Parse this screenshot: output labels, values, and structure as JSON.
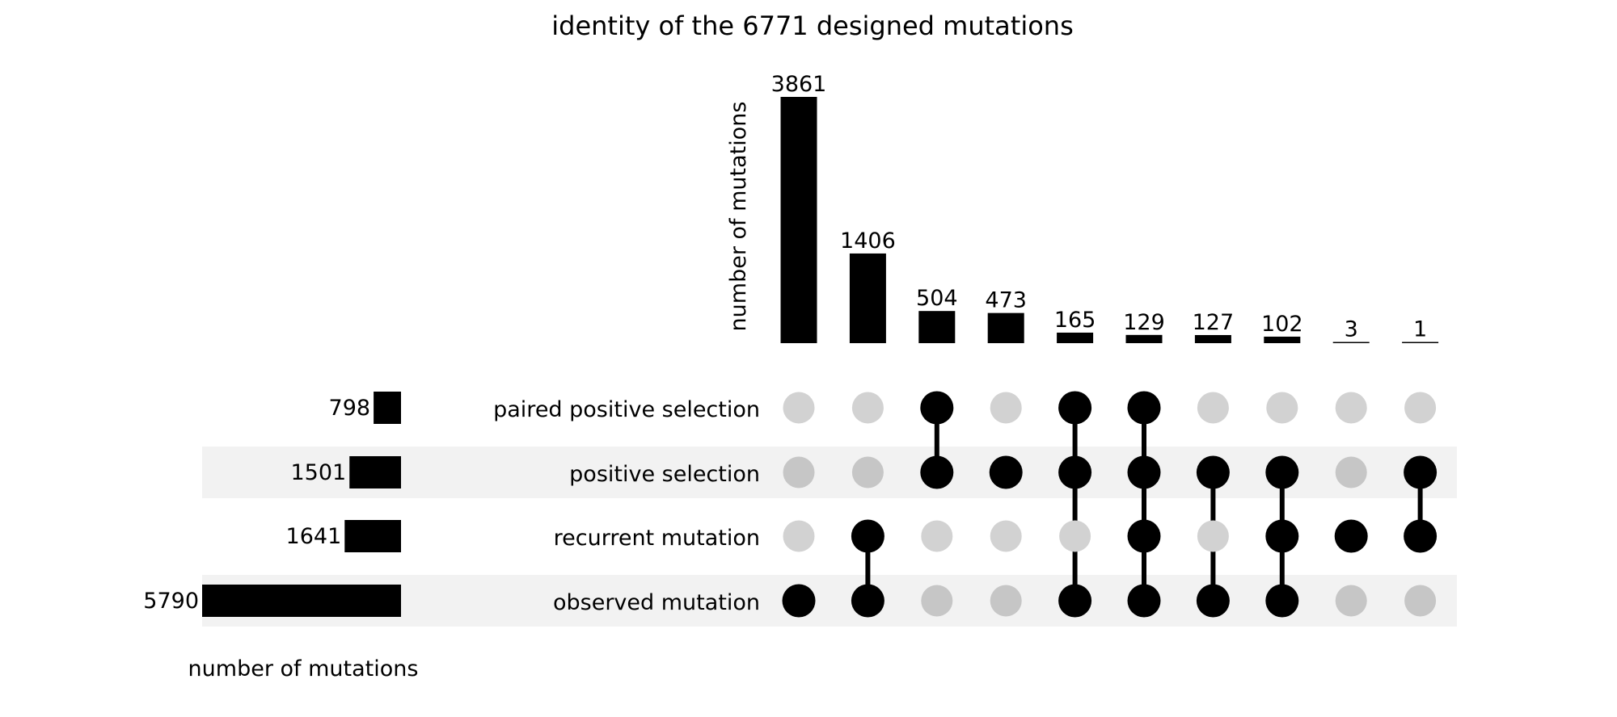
{
  "chart_data": {
    "type": "upset",
    "title": "identity of the 6771 designed mutations",
    "intersection_axis_label": "number of mutations",
    "set_size_axis_label": "number of mutations",
    "sets": [
      {
        "name": "paired positive selection",
        "size": 798
      },
      {
        "name": "positive selection",
        "size": 1501
      },
      {
        "name": "recurrent mutation",
        "size": 1641
      },
      {
        "name": "observed mutation",
        "size": 5790
      }
    ],
    "intersections": [
      {
        "count": 3861,
        "members": [
          "observed mutation"
        ]
      },
      {
        "count": 1406,
        "members": [
          "recurrent mutation",
          "observed mutation"
        ]
      },
      {
        "count": 504,
        "members": [
          "paired positive selection",
          "positive selection"
        ]
      },
      {
        "count": 473,
        "members": [
          "positive selection"
        ]
      },
      {
        "count": 165,
        "members": [
          "paired positive selection",
          "positive selection",
          "observed mutation"
        ]
      },
      {
        "count": 129,
        "members": [
          "paired positive selection",
          "positive selection",
          "recurrent mutation",
          "observed mutation"
        ]
      },
      {
        "count": 127,
        "members": [
          "positive selection",
          "observed mutation"
        ]
      },
      {
        "count": 102,
        "members": [
          "positive selection",
          "recurrent mutation",
          "observed mutation"
        ]
      },
      {
        "count": 3,
        "members": [
          "recurrent mutation"
        ]
      },
      {
        "count": 1,
        "members": [
          "positive selection",
          "recurrent mutation"
        ]
      }
    ],
    "colors": {
      "bar": "#000000",
      "dot_active": "#000000",
      "dot_inactive_light": "#d2d2d2",
      "dot_inactive_on_stripe": "#c6c6c6",
      "stripe": "#f2f2f2"
    },
    "grid": false
  }
}
